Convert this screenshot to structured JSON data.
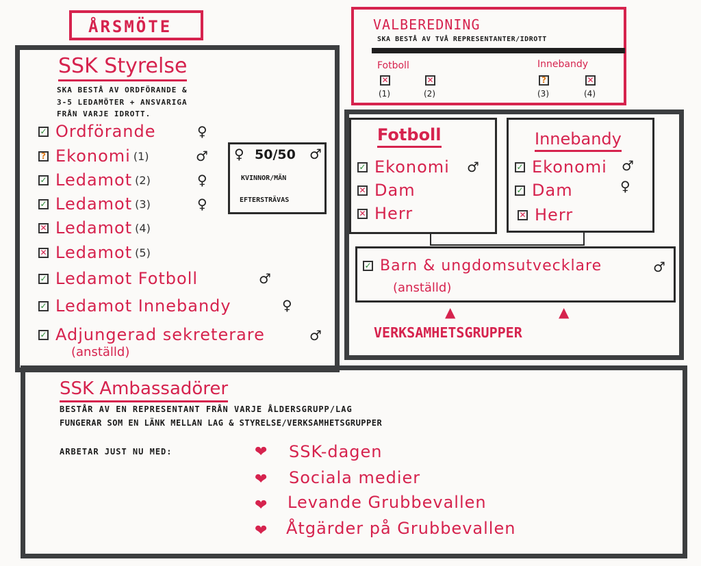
{
  "arsmote": {
    "title": "ÅRSMÖTE"
  },
  "valberedning": {
    "title": "VALBEREDNING",
    "subtitle": "SKA BESTÅ AV TVÅ REPRESENTANTER/IDROTT",
    "fotboll_label": "Fotboll",
    "innebandy_label": "Innebandy",
    "slots": [
      {
        "status": "cross",
        "number": "(1)"
      },
      {
        "status": "cross",
        "number": "(2)"
      },
      {
        "status": "question",
        "number": "(3)"
      },
      {
        "status": "cross",
        "number": "(4)"
      }
    ]
  },
  "styrelse": {
    "title": "SSK Styrelse",
    "description_lines": [
      "SKA BESTÅ AV ORDFÖRANDE &",
      "3-5 LEDAMÖTER + ANSVARIGA",
      "FRÅN VARJE IDROTT."
    ],
    "members": [
      {
        "label": "Ordförande",
        "num": "",
        "status": "check",
        "gender": "♀"
      },
      {
        "label": "Ekonomi",
        "num": "(1)",
        "status": "question",
        "gender": "♂"
      },
      {
        "label": "Ledamot",
        "num": "(2)",
        "status": "check",
        "gender": "♀"
      },
      {
        "label": "Ledamot",
        "num": "(3)",
        "status": "check",
        "gender": "♀"
      },
      {
        "label": "Ledamot",
        "num": "(4)",
        "status": "cross",
        "gender": ""
      },
      {
        "label": "Ledamot",
        "num": "(5)",
        "status": "cross",
        "gender": ""
      },
      {
        "label": "Ledamot Fotboll",
        "num": "",
        "status": "check",
        "gender": "♂"
      },
      {
        "label": "Ledamot Innebandy",
        "num": "",
        "status": "check",
        "gender": "♀"
      },
      {
        "label": "Adjungerad sekreterare",
        "num": "",
        "status": "check",
        "gender": "♂"
      }
    ],
    "employed_note": "(anställd)",
    "balance": {
      "ratio": "50/50",
      "female": "♀",
      "male": "♂",
      "line1": "KVINNOR/MÄN",
      "line2": "EFTERSTRÄVAS"
    }
  },
  "fotboll": {
    "title": "Fotboll",
    "roles": [
      {
        "label": "Ekonomi",
        "status": "check",
        "gender": "♂"
      },
      {
        "label": "Dam",
        "status": "cross",
        "gender": ""
      },
      {
        "label": "Herr",
        "status": "cross",
        "gender": ""
      }
    ]
  },
  "innebandy": {
    "title": "Innebandy",
    "roles": [
      {
        "label": "Ekonomi",
        "status": "check",
        "gender": "♂"
      },
      {
        "label": "Dam",
        "status": "check",
        "gender": "♀"
      },
      {
        "label": "Herr",
        "status": "cross",
        "gender": ""
      }
    ]
  },
  "barn": {
    "label": "Barn & ungdomsutvecklare",
    "note": "(anställd)",
    "status": "check",
    "gender": "♂"
  },
  "verksamhet": {
    "label": "VERKSAMHETSGRUPPER"
  },
  "ambassadorer": {
    "title": "SSK Ambassadörer",
    "description_lines": [
      "BESTÅR AV EN REPRESENTANT FRÅN VARJE ÅLDERSGRUPP/LAG",
      "FUNGERAR SOM EN LÄNK MELLAN LAG & STYRELSE/VERKSAMHETSGRUPPER"
    ],
    "working_label": "ARBETAR JUST NU MED:",
    "items": [
      "SSK-dagen",
      "Sociala medier",
      "Levande Grubbevallen",
      "Åtgärder på Grubbevallen"
    ]
  },
  "colors": {
    "accent": "#d6234e",
    "frame": "#3c3e40",
    "check": "#2e8b3a",
    "question": "#e07b1a"
  }
}
